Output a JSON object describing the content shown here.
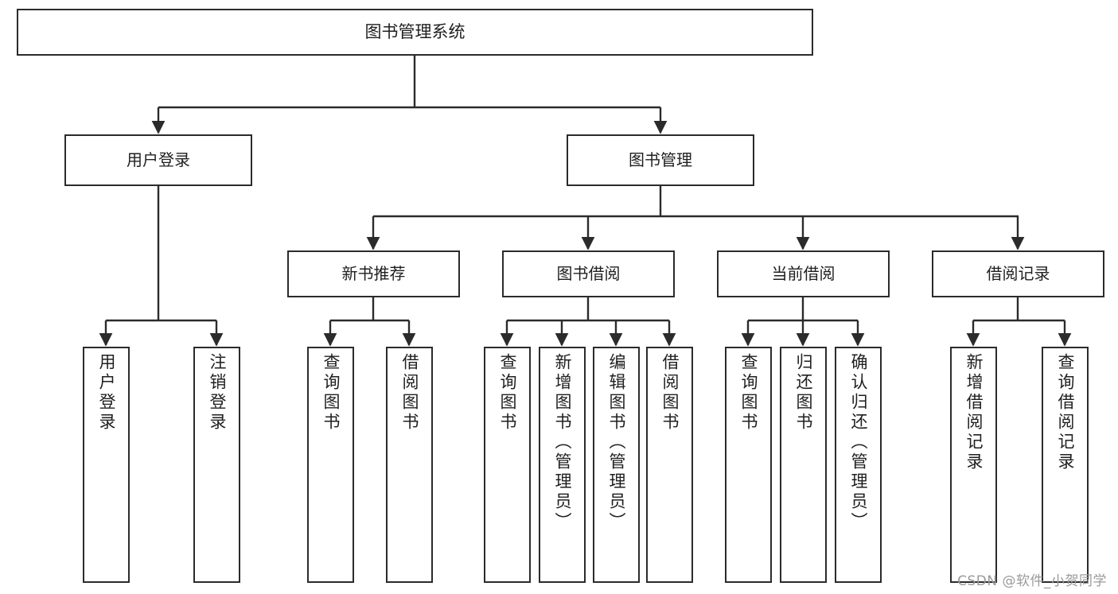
{
  "diagram": {
    "type": "tree",
    "title": "图书管理系统",
    "root": {
      "label": "图书管理系统"
    },
    "level2": [
      {
        "label": "用户登录"
      },
      {
        "label": "图书管理"
      }
    ],
    "level3": [
      {
        "label": "新书推荐"
      },
      {
        "label": "图书借阅"
      },
      {
        "label": "当前借阅"
      },
      {
        "label": "借阅记录"
      }
    ],
    "leaves": {
      "user_login": [
        {
          "label": "用户登录"
        },
        {
          "label": "注销登录"
        }
      ],
      "new_book_recommend": [
        {
          "label": "查询图书"
        },
        {
          "label": "借阅图书"
        }
      ],
      "book_borrow": [
        {
          "label": "查询图书"
        },
        {
          "label": "新增图书（管理员）"
        },
        {
          "label": "编辑图书（管理员）"
        },
        {
          "label": "借阅图书"
        }
      ],
      "current_borrow": [
        {
          "label": "查询图书"
        },
        {
          "label": "归还图书"
        },
        {
          "label": "确认归还（管理员）"
        }
      ],
      "borrow_record": [
        {
          "label": "新增借阅记录"
        },
        {
          "label": "查询借阅记录"
        }
      ]
    }
  },
  "watermark": {
    "text": "CSDN @软件_小贺同学"
  },
  "colors": {
    "stroke": "#2b2b2b",
    "box_fill": "#ffffff",
    "text": "#1f1f1f",
    "watermark": "#9a9a9a",
    "background": "#ffffff"
  }
}
